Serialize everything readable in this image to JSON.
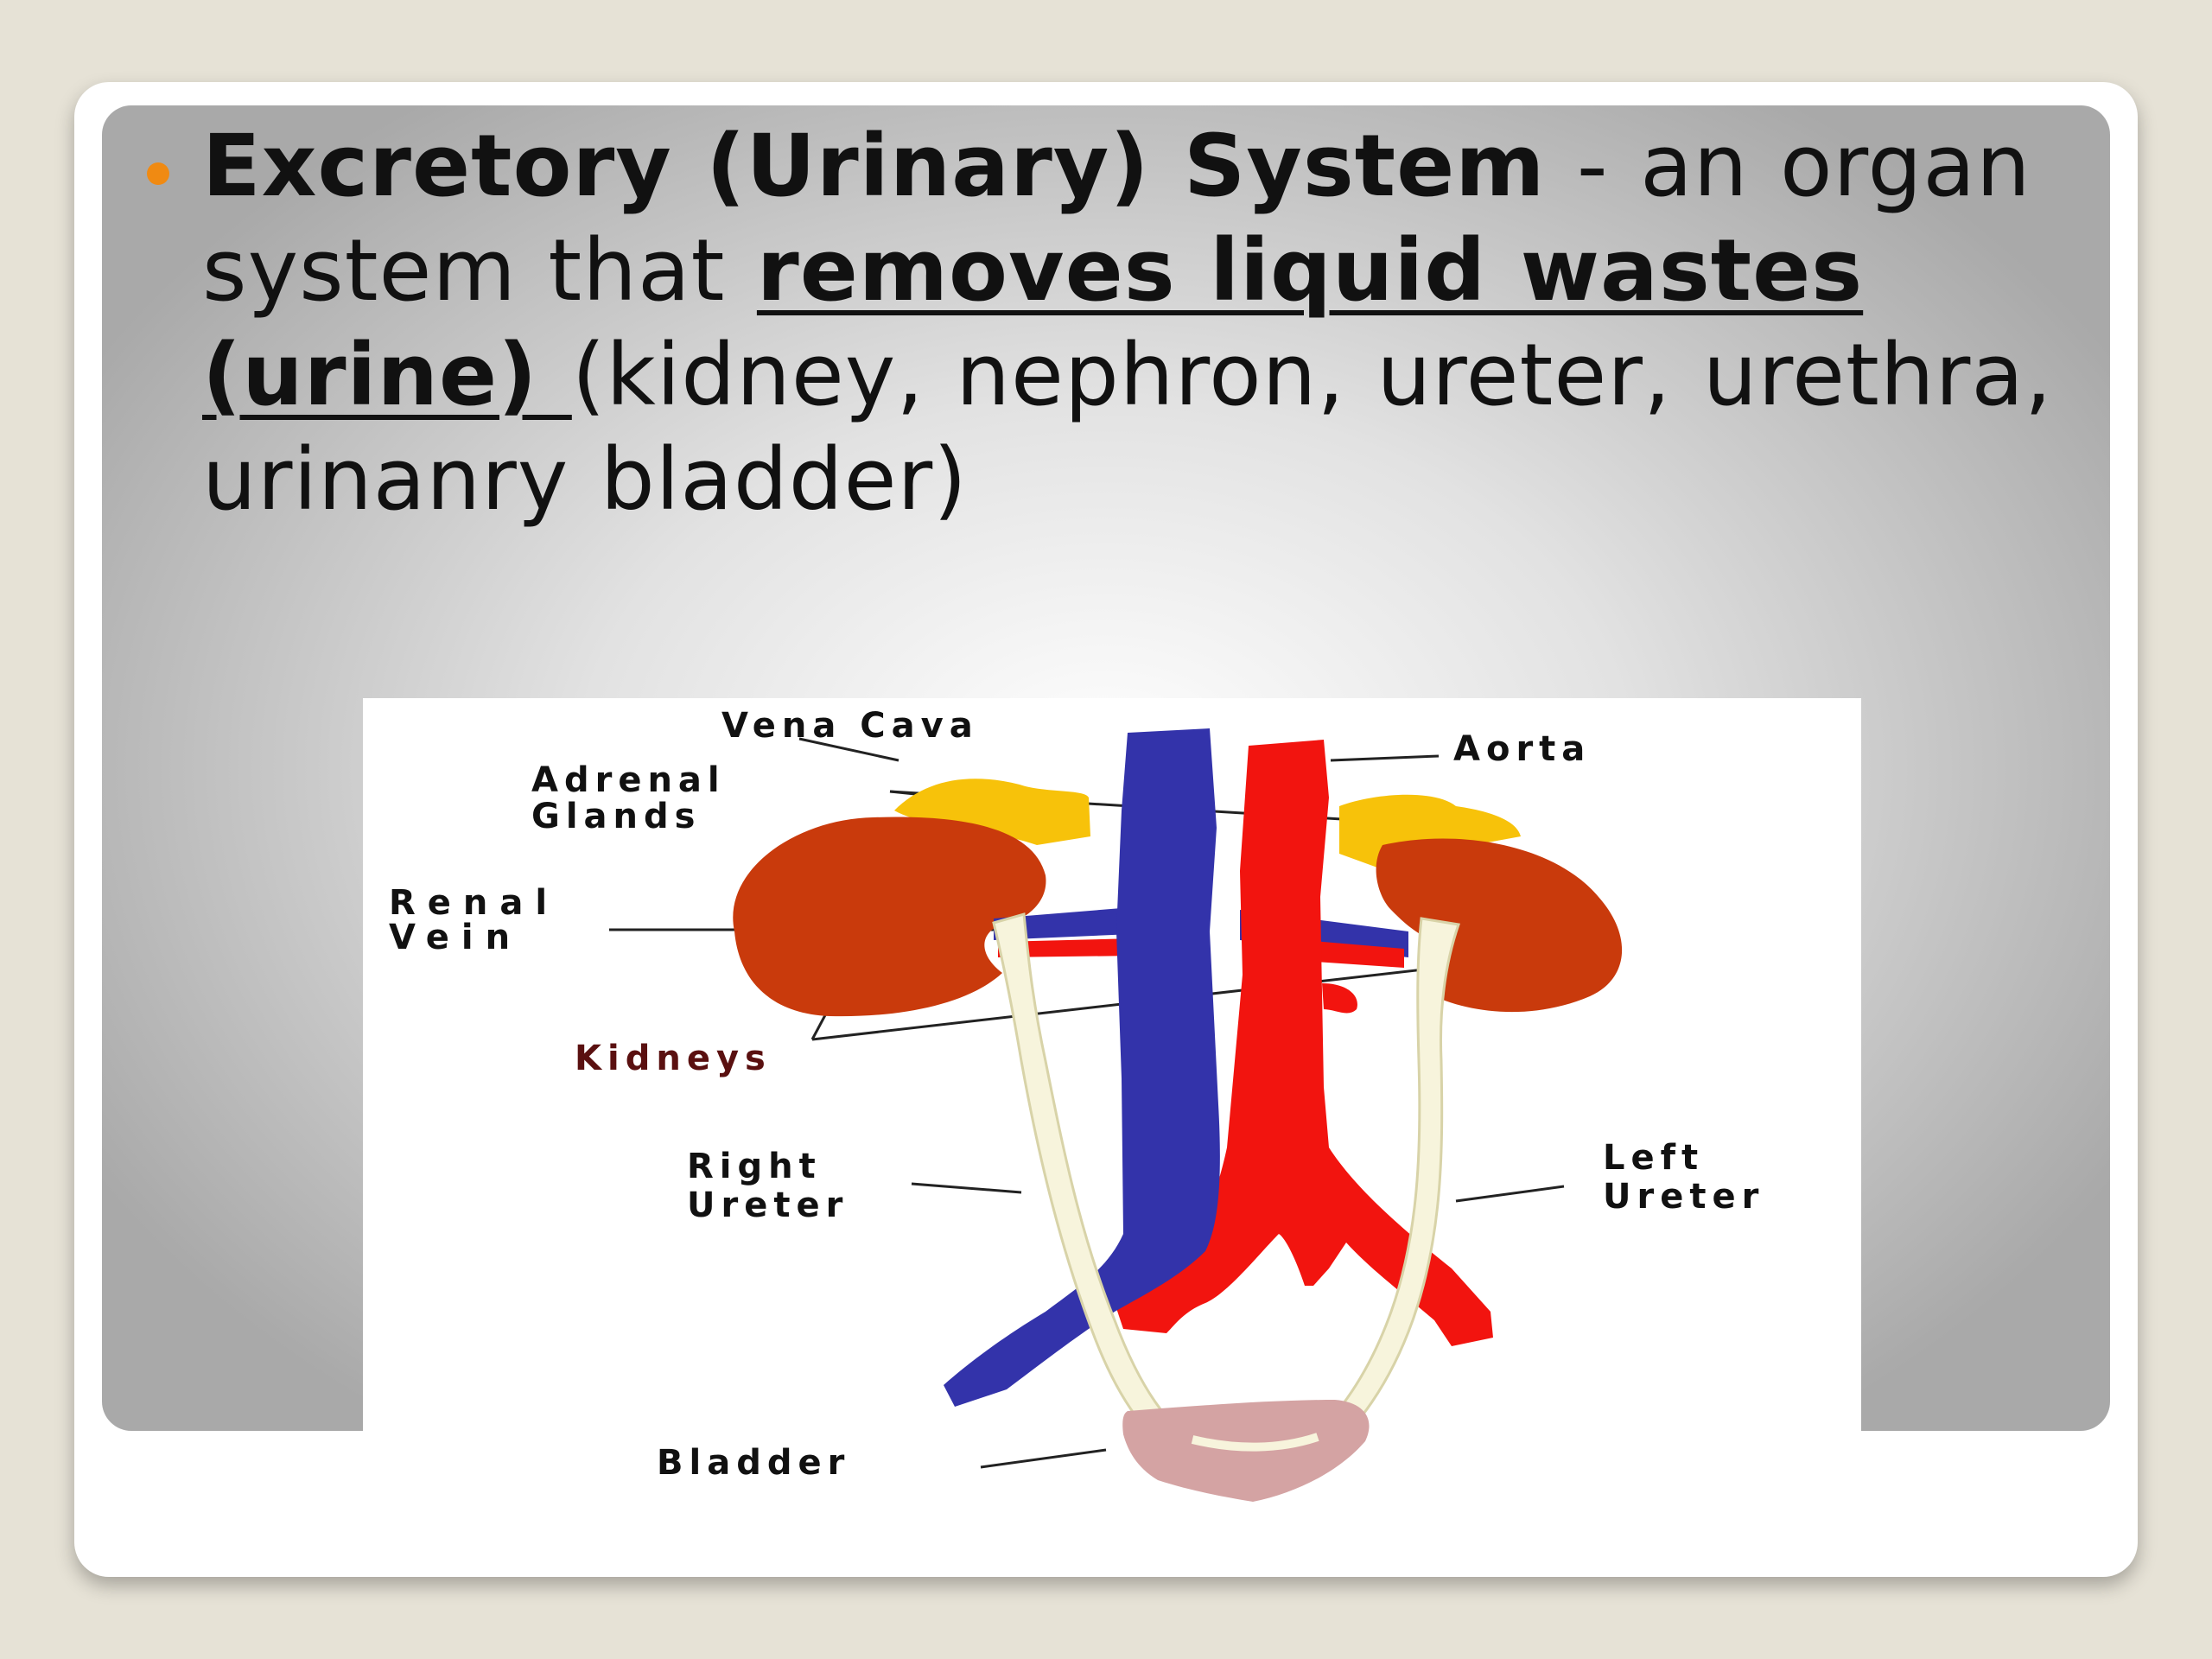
{
  "slide": {
    "bullet": {
      "title": "Excretory (Urinary) System",
      "separator": " - an organ system that ",
      "emphasis": "removes liquid wastes (urine) ",
      "rest": "(kidney, nephron, ureter, urethra, urinanry bladder)"
    }
  },
  "diagram": {
    "labels": {
      "vena_cava": "Vena Cava",
      "aorta": "Aorta",
      "adrenal_line1": "Adrenal",
      "adrenal_line2": "Glands",
      "renal_line1": "Renal",
      "renal_line2": "Vein",
      "kidneys": "Kidneys",
      "right_ureter_line1": "Right",
      "right_ureter_line2": "Ureter",
      "left_ureter_line1": "Left",
      "left_ureter_line2": "Ureter",
      "bladder": "Bladder"
    },
    "colors": {
      "kidney": "#c93a0c",
      "adrenal": "#f7c20a",
      "vena_cava": "#3333aa",
      "aorta": "#f2140f",
      "ureter": "#f7f4dc",
      "bladder": "#d4a3a3",
      "bullet_accent": "#f08a12"
    }
  }
}
